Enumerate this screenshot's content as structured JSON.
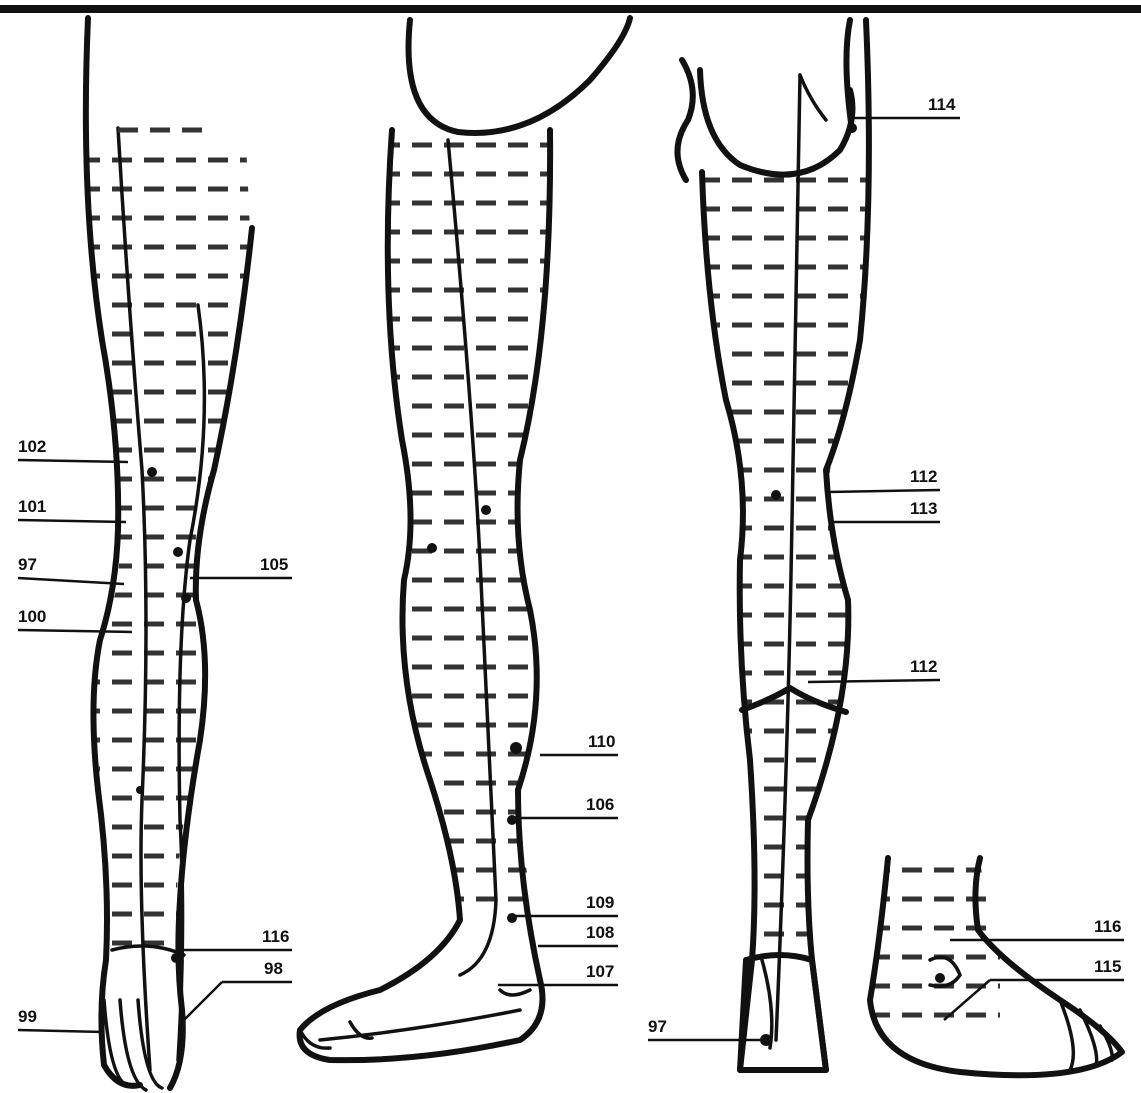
{
  "labels": {
    "front": [
      "102",
      "101",
      "97",
      "105",
      "100",
      "116",
      "98",
      "99"
    ],
    "side": [
      "110",
      "106",
      "109",
      "108",
      "107"
    ],
    "back": [
      "114",
      "112",
      "113",
      "112b",
      "97b"
    ],
    "foot": [
      "116b",
      "115"
    ]
  },
  "label_text": {
    "102": "102",
    "101": "101",
    "97": "97",
    "105": "105",
    "100": "100",
    "116": "116",
    "98": "98",
    "99": "99",
    "110": "110",
    "106": "106",
    "109": "109",
    "108": "108",
    "107": "107",
    "114": "114",
    "112": "112",
    "113": "113",
    "112b": "112",
    "97b": "97",
    "116b": "116",
    "115": "115"
  },
  "colors": {
    "ink": "#111111",
    "paper": "#ffffff"
  }
}
